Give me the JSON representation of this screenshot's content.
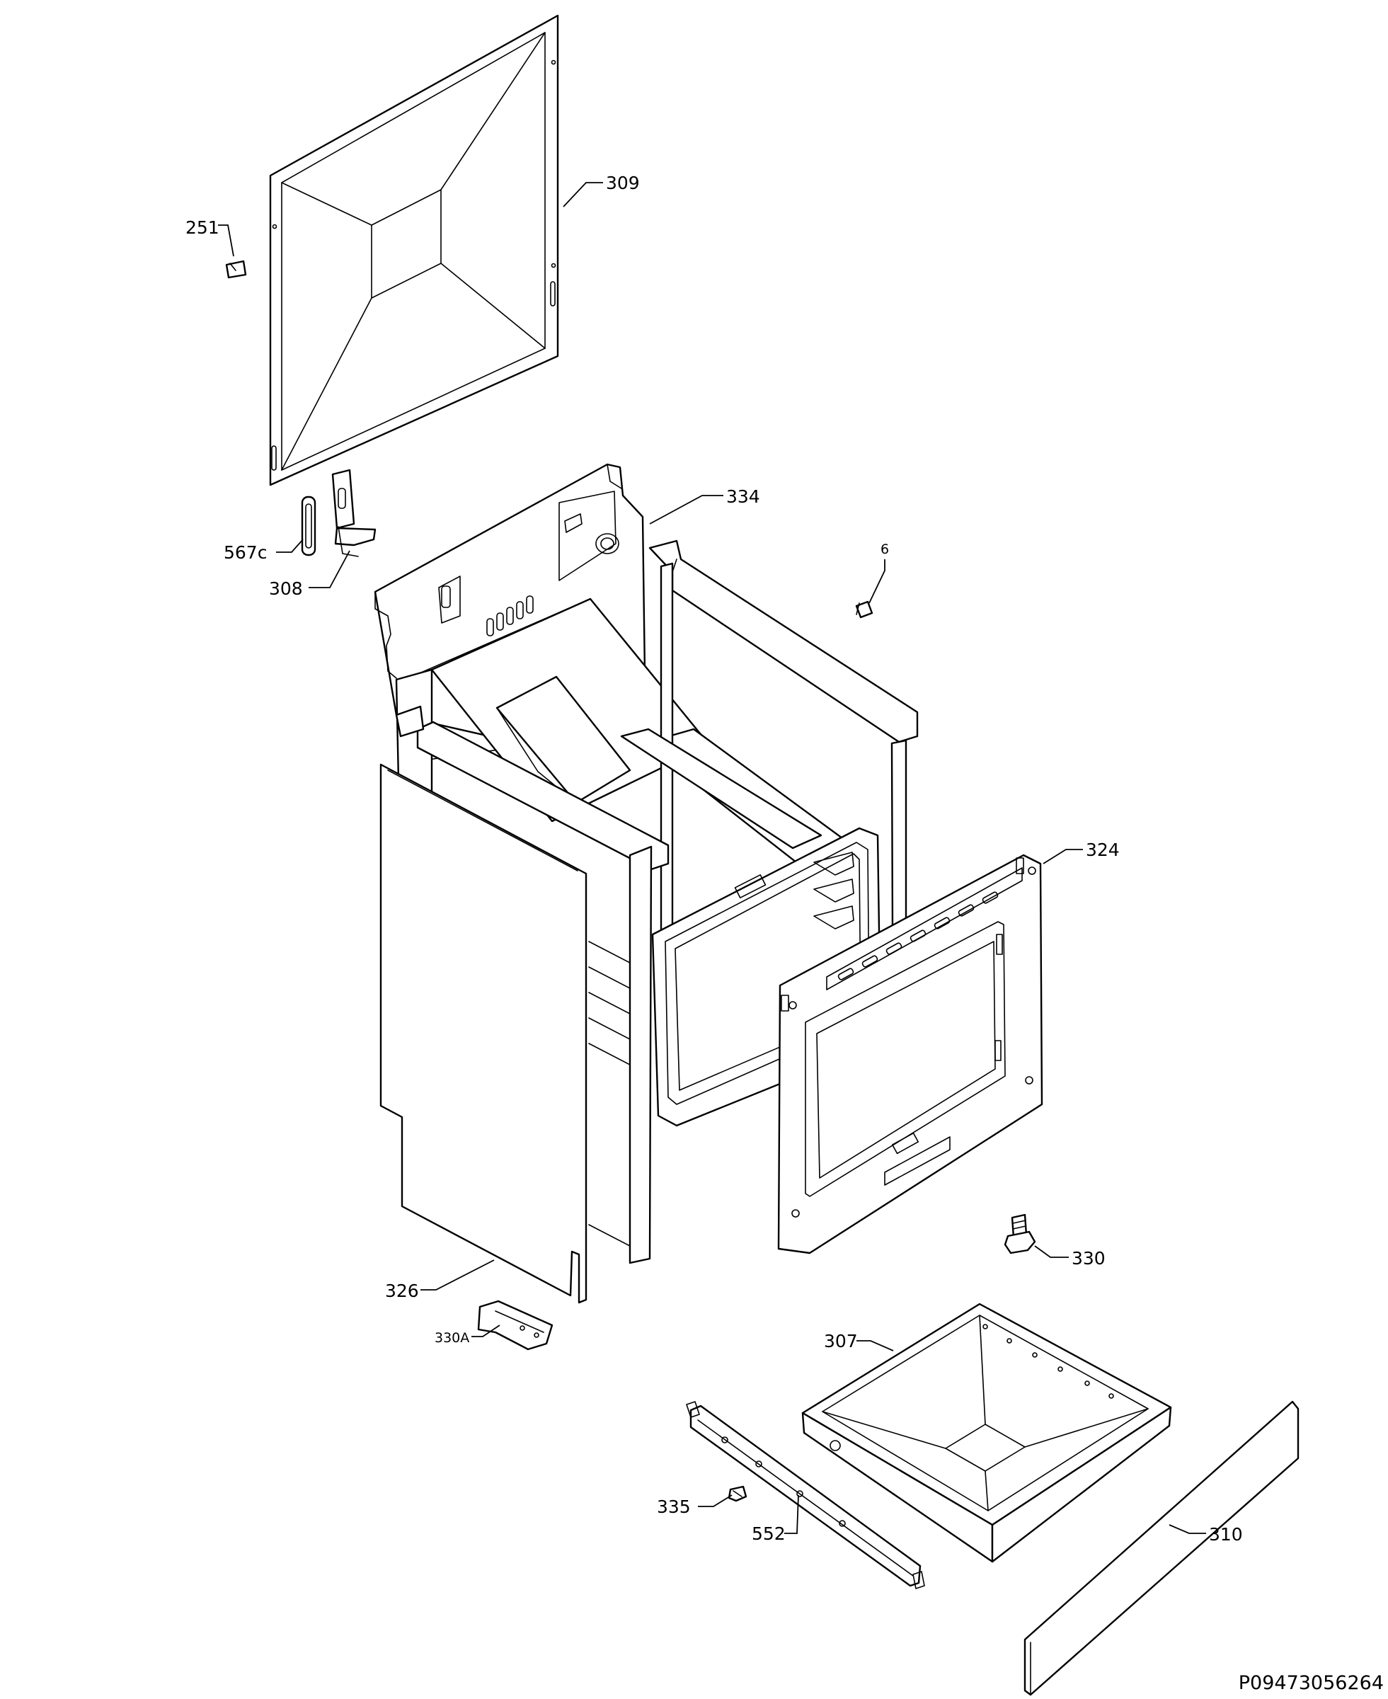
{
  "diagram": {
    "reference_code": "P09473056264",
    "callouts": {
      "c251": "251",
      "c309": "309",
      "c567c": "567c",
      "c308": "308",
      "c334": "334",
      "c6": "6",
      "c324": "324",
      "c330": "330",
      "c326": "326",
      "c330a": "330A",
      "c307": "307",
      "c335": "335",
      "c552": "552",
      "c310": "310"
    }
  }
}
